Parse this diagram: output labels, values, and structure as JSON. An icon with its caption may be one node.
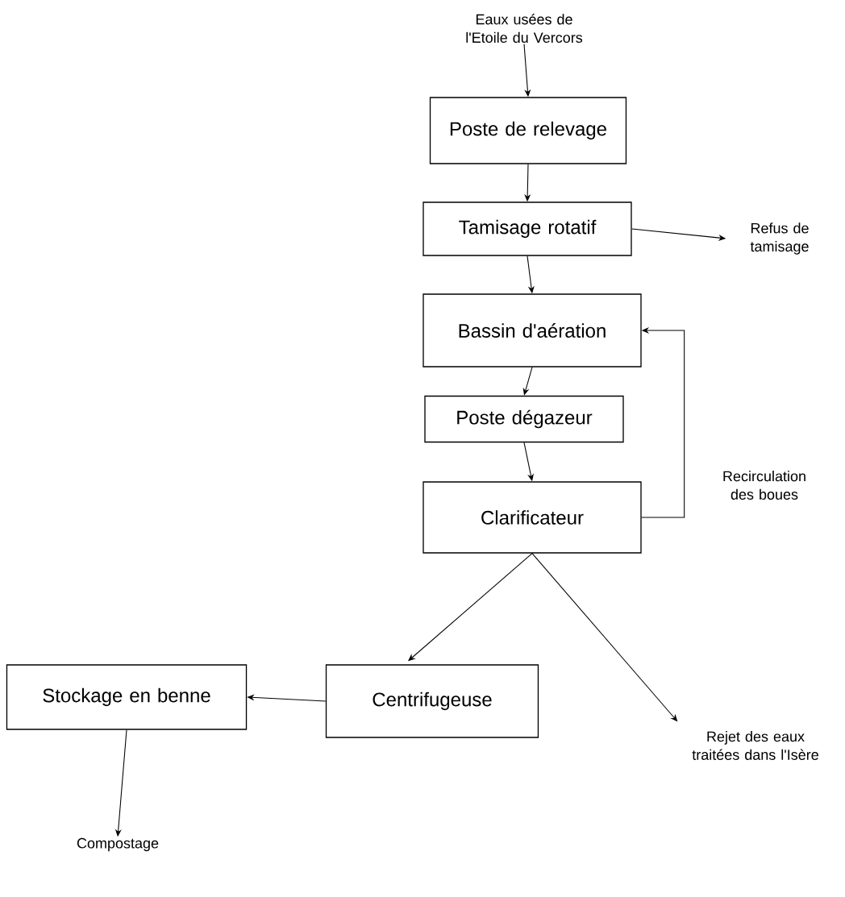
{
  "diagram": {
    "nodes": [
      {
        "text": [
          "Eaux usées de l'Etoile du Vercors"
        ]
      },
      {
        "text": [
          "Poste de relevage"
        ]
      },
      {
        "text": [
          "Tamisage rotatif"
        ]
      },
      {
        "text": [
          "Refus de tamisage"
        ]
      },
      {
        "text": [
          "Bassin d'aération"
        ]
      },
      {
        "text": [
          "Poste dégazeur"
        ]
      },
      {
        "text": [
          "Clarificateur"
        ]
      },
      {
        "text": [
          "Centrifugeuse"
        ]
      },
      {
        "text": [
          "Rejet des eaux traitées dans l'Isère"
        ]
      },
      {
        "text": [
          "Stockage en benne"
        ]
      },
      {
        "text": [
          "Compostage"
        ]
      }
    ],
    "edges": [
      {
        "from": 0,
        "to": 1,
        "arrow": "to"
      },
      {
        "from": 1,
        "to": 2,
        "arrow": "to"
      },
      {
        "from": 2,
        "to": 3,
        "arrow": "to"
      },
      {
        "from": 2,
        "to": 4,
        "arrow": "to"
      },
      {
        "from": 4,
        "to": 5,
        "arrow": "to"
      },
      {
        "from": 5,
        "to": 6,
        "arrow": "to"
      },
      {
        "from": 6,
        "to": 4,
        "arrow": "to",
        "label": "Recirculation des boues"
      },
      {
        "from": 6,
        "to": 7,
        "arrow": "to"
      },
      {
        "from": 6,
        "to": 8,
        "arrow": "to"
      },
      {
        "from": 7,
        "to": 9,
        "arrow": "to"
      },
      {
        "from": 9,
        "to": 10,
        "arrow": "to"
      }
    ]
  }
}
